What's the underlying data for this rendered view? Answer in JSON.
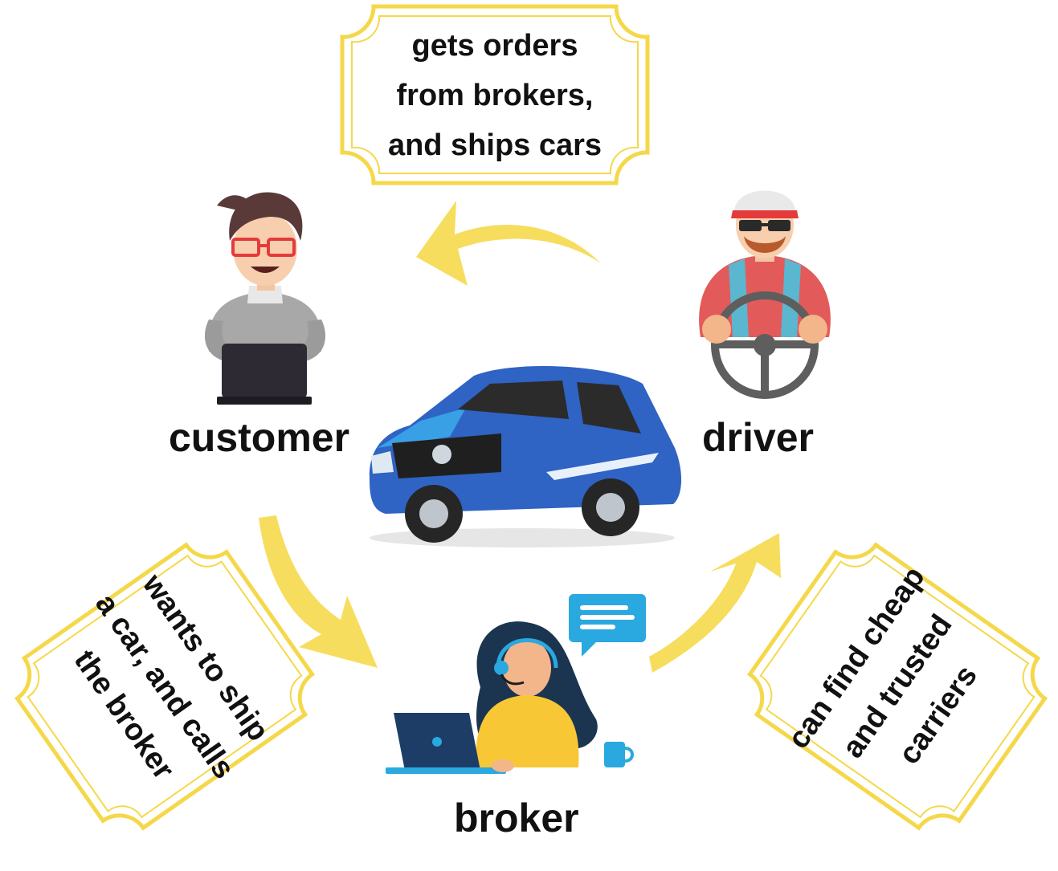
{
  "labels": {
    "customer": "customer",
    "driver": "driver",
    "broker": "broker"
  },
  "notes": {
    "driver_note": [
      "gets orders",
      "from brokers,",
      "and ships cars"
    ],
    "customer_note": [
      "wants to ship",
      "a car, and calls",
      "the broker"
    ],
    "broker_note": [
      "can find  cheap",
      "and trusted",
      "carriers"
    ]
  },
  "colors": {
    "arrow": "#f7dd5e",
    "ticket_border": "#f5d84a",
    "car_body": "#2f63c4",
    "car_body_light": "#3aa0e6",
    "text": "#111111"
  },
  "icons": {
    "customer": "person-at-laptop-icon",
    "driver": "driver-at-wheel-icon",
    "broker": "support-agent-headset-icon",
    "car": "suv-car-icon",
    "chat": "chat-bubble-icon",
    "mug": "mug-icon"
  }
}
